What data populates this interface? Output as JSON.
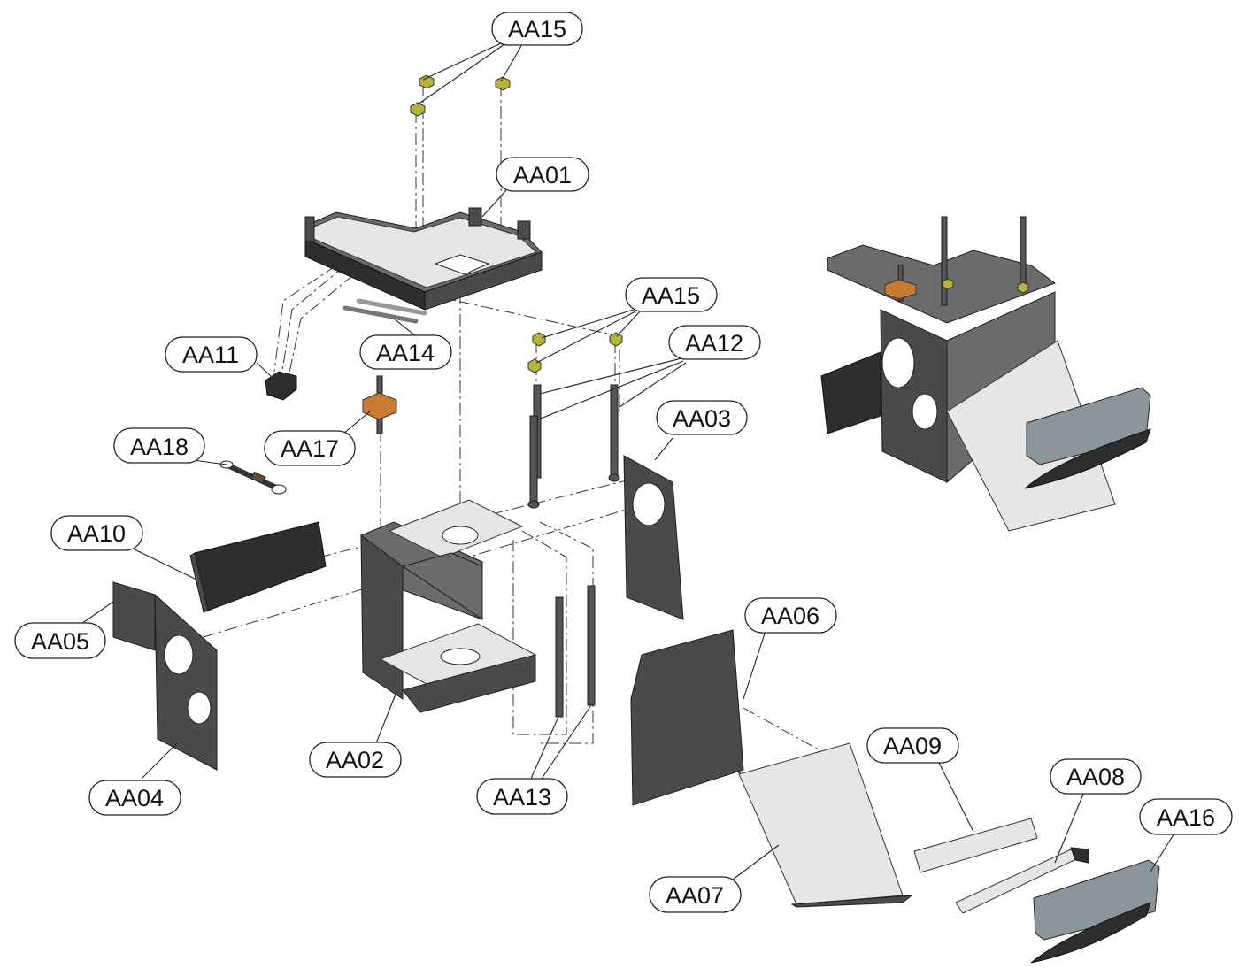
{
  "callouts": {
    "aa15_top": "AA15",
    "aa01": "AA01",
    "aa15_mid": "AA15",
    "aa12": "AA12",
    "aa11": "AA11",
    "aa14": "AA14",
    "aa17": "AA17",
    "aa18": "AA18",
    "aa03": "AA03",
    "aa10": "AA10",
    "aa05": "AA05",
    "aa06": "AA06",
    "aa02": "AA02",
    "aa04": "AA04",
    "aa09": "AA09",
    "aa13": "AA13",
    "aa08": "AA08",
    "aa16": "AA16",
    "aa07": "AA07"
  },
  "colors": {
    "sheet_metal": "#4a4a4a",
    "nut": "#b7b23a",
    "clamp": "#c97a32",
    "tray": "#e6e6e6",
    "cover": "#8a969c"
  }
}
